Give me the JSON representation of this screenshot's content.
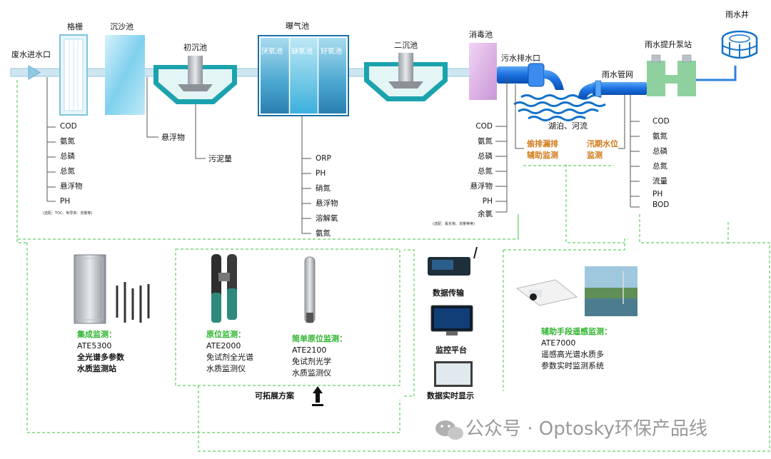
{
  "process": {
    "inlet": "废水进水口",
    "grille": "格栅",
    "grit_tank": "沉沙池",
    "primary_tank": "初沉池",
    "aeration_tank": "曝气池",
    "anaerobic": "厌氧池",
    "anoxic": "缺氧池",
    "aerobic": "好氧池",
    "secondary_tank": "二沉池",
    "disinfection_tank": "消毒池",
    "sewage_outlet": "污水排水口",
    "lake_river": "湖泊、河流",
    "rain_pipe": "雨水管网",
    "rain_pump": "雨水提升泵站",
    "rain_well": "雨水井"
  },
  "params": {
    "inlet_list": [
      "COD",
      "氨氮",
      "总磷",
      "总氮",
      "悬浮物",
      "PH"
    ],
    "inlet_note": "(选配：TOC、电导率、流量等)",
    "suspended": "悬浮物",
    "sludge": "污泥量",
    "aeration_list": [
      "ORP",
      "PH",
      "硝氮",
      "悬浮物",
      "溶解氧",
      "氨氮"
    ],
    "outlet_list": [
      "COD",
      "氨氮",
      "总磷",
      "总氮",
      "悬浮物",
      "PH",
      "余氯"
    ],
    "outlet_note": "(选配：氟化物、流量等等)",
    "leak_monitor": [
      "偷排漏排",
      "辅助监测"
    ],
    "flood_monitor": [
      "汛期水位",
      "监测"
    ],
    "rain_list": [
      "COD",
      "氨氮",
      "总磷",
      "总氮",
      "流量",
      "PH",
      "BOD"
    ]
  },
  "products": {
    "integrated": {
      "title": "集成监测：",
      "model": "ATE5300",
      "desc": [
        "全光谱多参数",
        "水质监测站"
      ]
    },
    "insitu": {
      "title": "原位监测：",
      "model": "ATE2000",
      "desc": [
        "免试剂全光谱",
        "水质监测仪"
      ]
    },
    "simple": {
      "title": "简单原位监测：",
      "model": "ATE2100",
      "desc": [
        "免试剂光学",
        "水质监测仪"
      ]
    },
    "expand": "可拓展方案",
    "data_transfer": "数据传输",
    "monitor_platform": "监控平台",
    "realtime_display": "数据实时显示",
    "remote": {
      "title": "辅助手段遥感监测：",
      "model": "ATE7000",
      "desc": [
        "遥感高光谱水质多",
        "参数实时监测系统"
      ]
    }
  },
  "watermark": "公众号 · Optosky环保产品线",
  "colors": {
    "green": "#2fb52f",
    "orange": "#d07a1a",
    "tank": "#1ba3ad",
    "pipe": "#2f7fe0",
    "rain_green": "#8fd19e"
  }
}
